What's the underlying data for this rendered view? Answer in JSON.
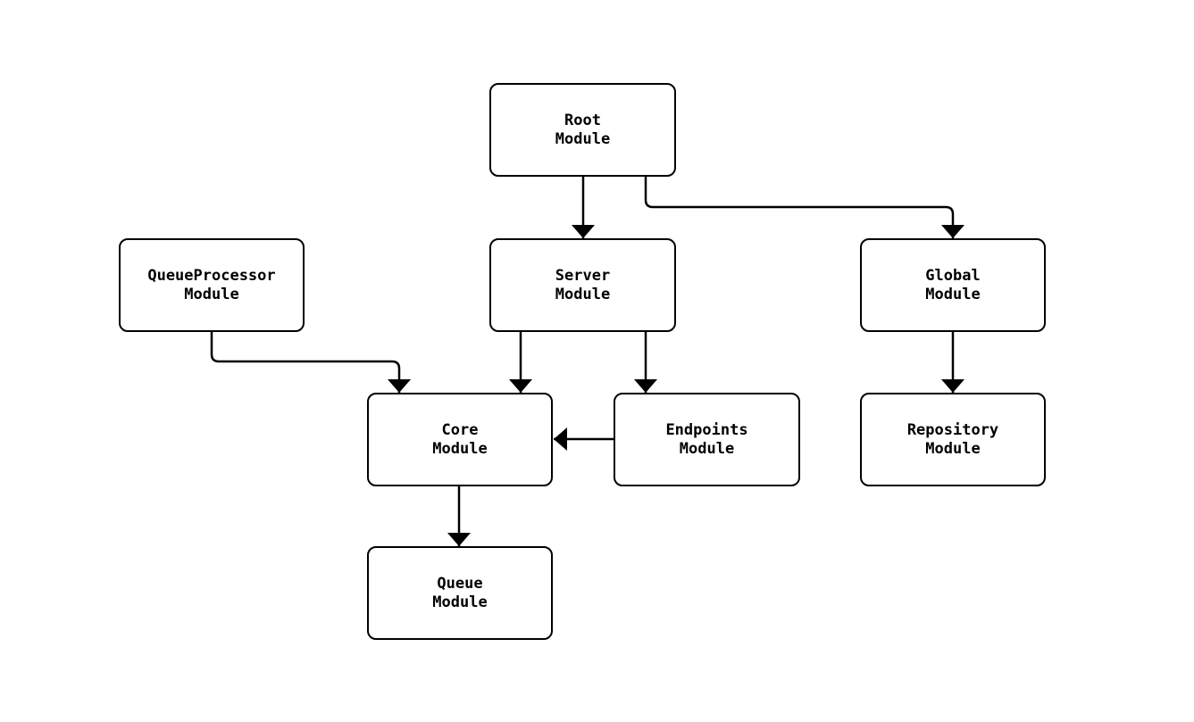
{
  "diagram": {
    "type": "module-dependency-graph",
    "background_color": "#ffffff",
    "node_fill_color": "#ffffff",
    "node_stroke_color": "#000000",
    "text_color": "#000000",
    "nodes": {
      "root": {
        "label": "Root\nModule"
      },
      "queue_processor": {
        "label": "QueueProcessor\nModule"
      },
      "server": {
        "label": "Server\nModule"
      },
      "global": {
        "label": "Global\nModule"
      },
      "core": {
        "label": "Core\nModule"
      },
      "endpoints": {
        "label": "Endpoints\nModule"
      },
      "repository": {
        "label": "Repository\nModule"
      },
      "queue": {
        "label": "Queue\nModule"
      }
    },
    "edges": [
      {
        "from": "Root Module",
        "to": "Server Module",
        "style": "arrow"
      },
      {
        "from": "Root Module",
        "to": "Global Module",
        "style": "arrow"
      },
      {
        "from": "QueueProcessor Module",
        "to": "Core Module",
        "style": "arrow"
      },
      {
        "from": "Server Module",
        "to": "Core Module",
        "style": "arrow"
      },
      {
        "from": "Server Module",
        "to": "Endpoints Module",
        "style": "arrow"
      },
      {
        "from": "Global Module",
        "to": "Repository Module",
        "style": "arrow"
      },
      {
        "from": "Endpoints Module",
        "to": "Core Module",
        "style": "arrow"
      },
      {
        "from": "Core Module",
        "to": "Queue Module",
        "style": "arrow"
      }
    ]
  }
}
